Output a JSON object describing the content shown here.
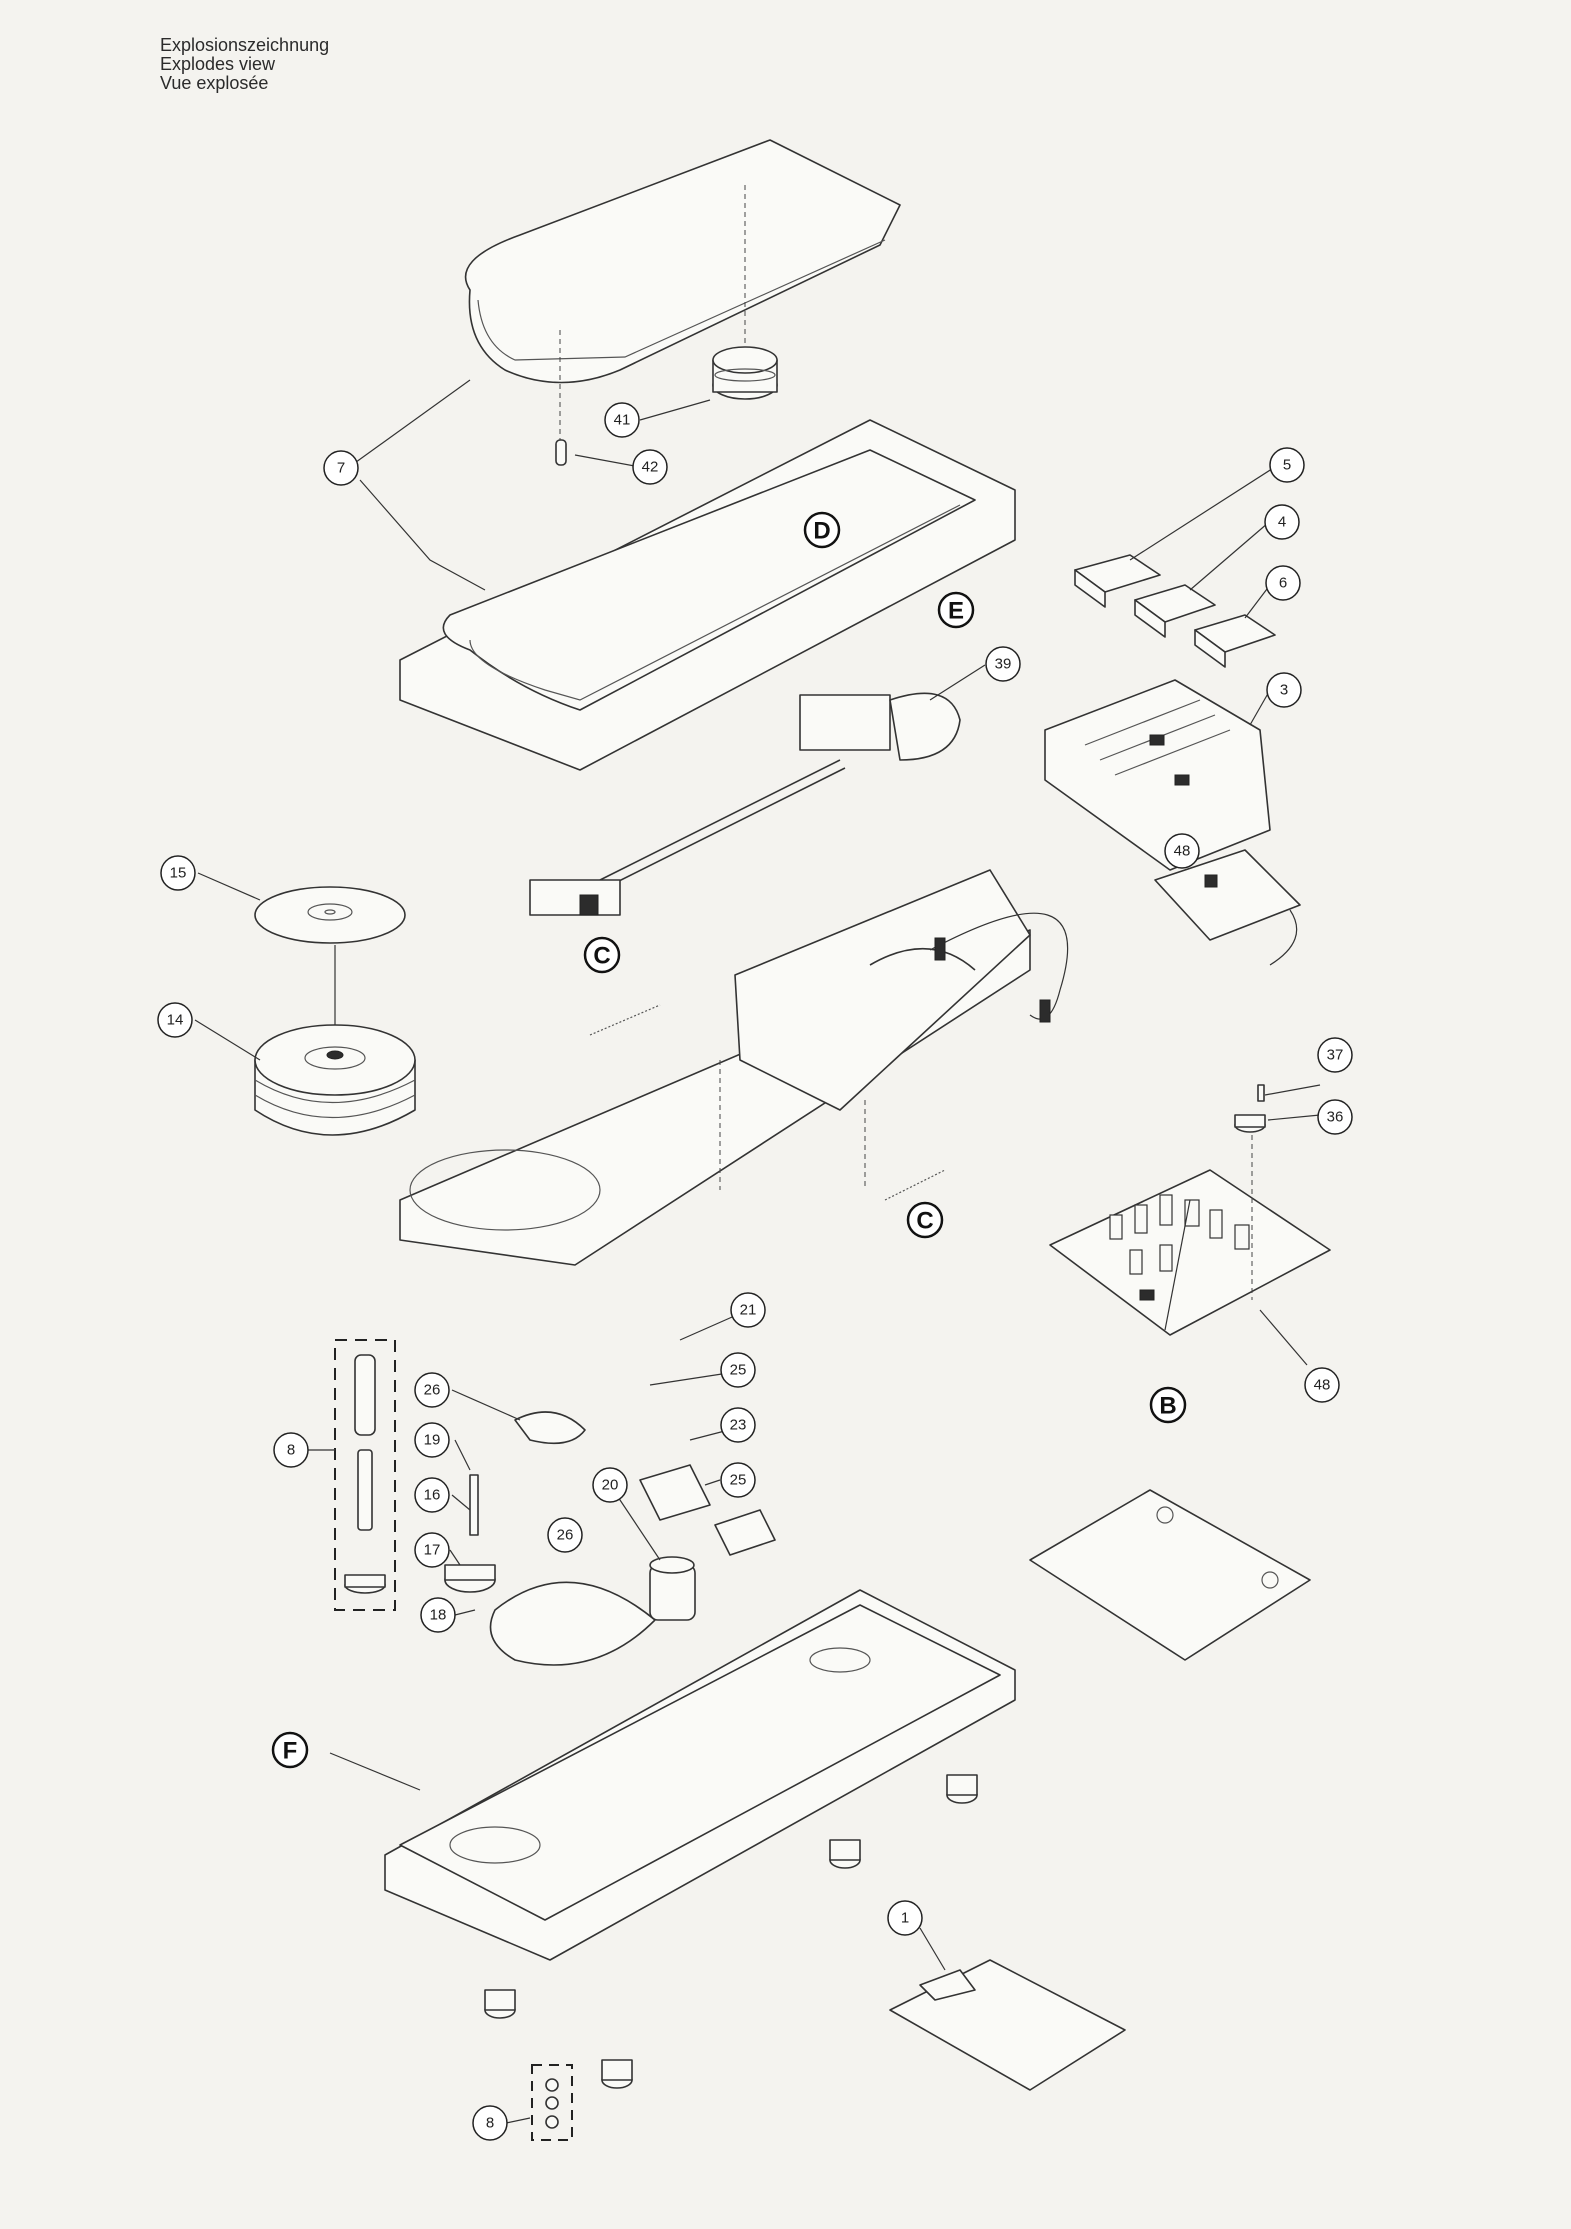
{
  "header": {
    "title_de": "Explosionszeichnung",
    "title_en": "Explodes view",
    "title_fr": "Vue explosée"
  },
  "callouts": {
    "c7": "7",
    "c41": "41",
    "c42": "42",
    "c5": "5",
    "c4": "4",
    "c6": "6",
    "c3": "3",
    "c39": "39",
    "c48a": "48",
    "c48b": "48",
    "c15": "15",
    "c14": "14",
    "c37": "37",
    "c36": "36",
    "c21": "21",
    "c25a": "25",
    "c23": "23",
    "c25b": "25",
    "c20": "20",
    "c26a": "26",
    "c26b": "26",
    "c19": "19",
    "c16": "16",
    "c17": "17",
    "c18": "18",
    "c8a": "8",
    "c8b": "8",
    "c1": "1"
  },
  "letters": {
    "D": "D",
    "E": "E",
    "C1": "C",
    "C2": "C",
    "B": "B",
    "F": "F"
  }
}
